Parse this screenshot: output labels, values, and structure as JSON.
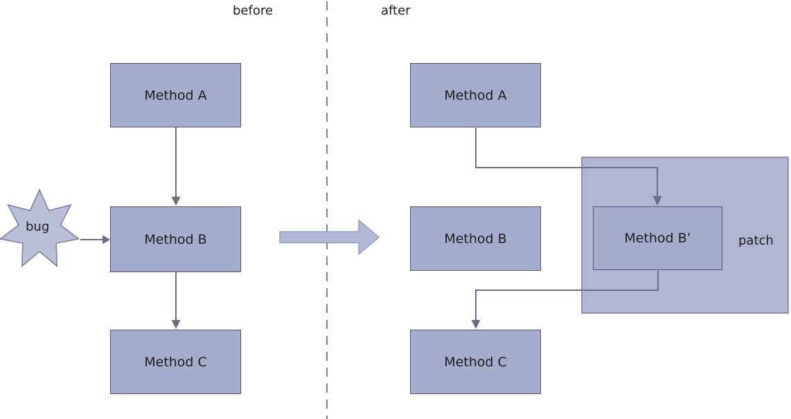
{
  "sections": {
    "before": {
      "label": "before",
      "nodes": {
        "a": "Method A",
        "b": "Method B",
        "c": "Method C"
      },
      "bug_label": "bug",
      "edges": [
        {
          "from": "Method A",
          "to": "Method B"
        },
        {
          "from": "Method B",
          "to": "Method C"
        },
        {
          "from": "bug",
          "to": "Method B"
        }
      ]
    },
    "after": {
      "label": "after",
      "nodes": {
        "a": "Method A",
        "b": "Method B",
        "b_prime": "Method B’",
        "c": "Method C"
      },
      "patch_label": "patch",
      "edges": [
        {
          "from": "Method A",
          "to": "Method B’"
        },
        {
          "from": "Method B’",
          "to": "Method C"
        }
      ]
    }
  },
  "colors": {
    "node_fill": "#a5adcc",
    "node_border": "#4f536e",
    "patch_fill": "#b1b7d3",
    "patch_border": "#767c9e",
    "star_fill": "#b9bfd7",
    "star_border": "#737ba1",
    "connector": "#6b6c85",
    "divider": "#7c7d93",
    "transition_arrow_fill": "#b2b9d6",
    "transition_arrow_border": "#949bbd",
    "text": "#1c1c1c"
  }
}
